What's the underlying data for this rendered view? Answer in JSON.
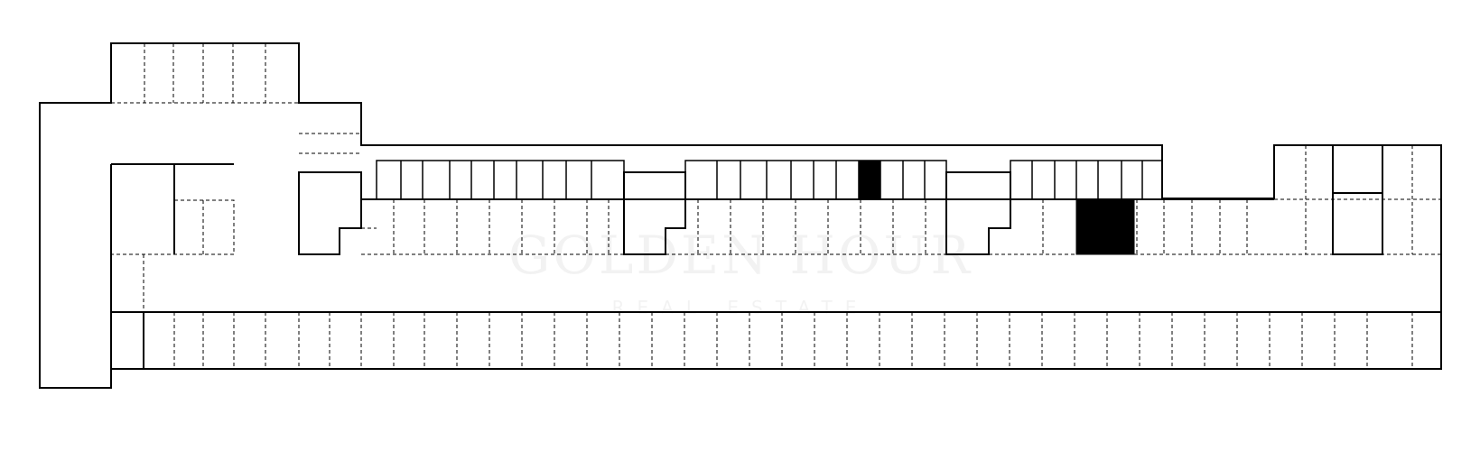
{
  "plan": {
    "highlight_color": "#000000",
    "line_color": "#000000",
    "background": "#ffffff",
    "highlighted_units": [
      "small-storage-unit",
      "parking-space"
    ]
  },
  "watermark": {
    "brand": "GOLDEN HOUR",
    "tagline": "REAL ESTATE"
  }
}
